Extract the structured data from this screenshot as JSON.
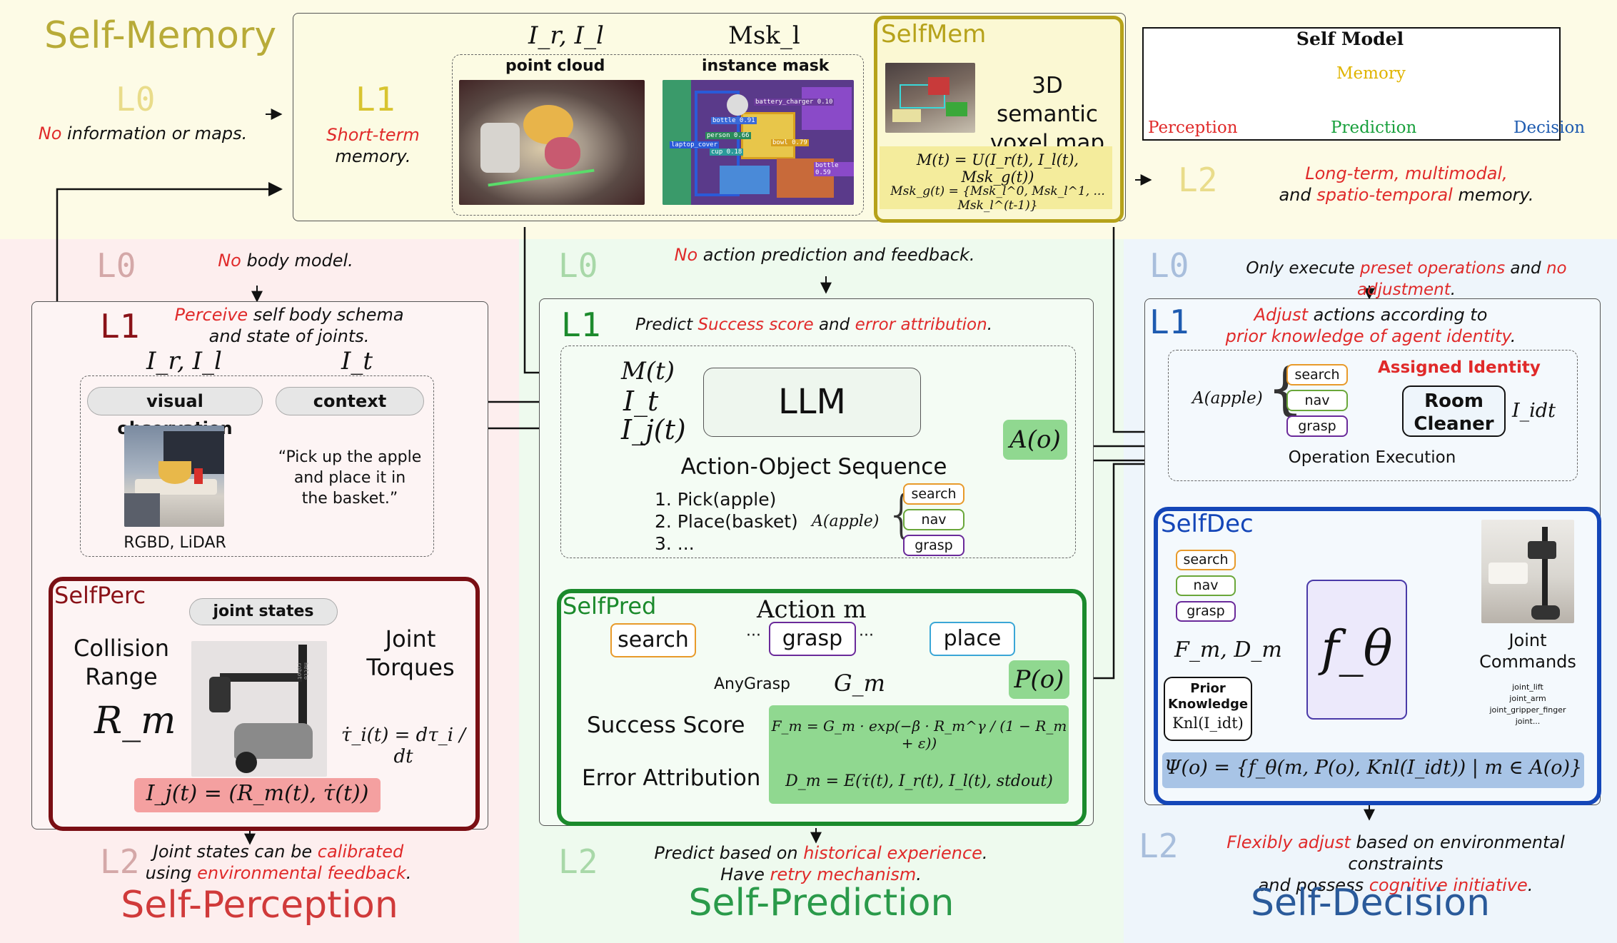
{
  "memory": {
    "title": "Self-Memory",
    "l0_label": "L0",
    "l0_desc_red": "No",
    "l0_desc_rest": " information or maps.",
    "l1_label": "L1",
    "l1_desc_red": "Short-term",
    "l1_desc_rest": "memory.",
    "input_formula": "I_r, I_l",
    "mask_formula": "Msk_l",
    "point_cloud_label": "point cloud",
    "instance_mask_label": "instance mask",
    "mask_labels": [
      "battery_charger 0.10",
      "bottle 0.91",
      "person 0.66",
      "laptop_cover",
      "cup 0.18",
      "bowl 0.79",
      "bottle 0.59"
    ],
    "selfmem_title": "SelfMem",
    "voxel_label_1": "3D semantic",
    "voxel_label_2": "voxel map",
    "eq1": "M(t) = U(I_r(t), I_l(t), Msk_g(t))",
    "eq2": "Msk_g(t) = {Msk_l^0, Msk_l^1, ... Msk_l^(t-1)}",
    "l2_label": "L2",
    "l2_desc": [
      {
        "t": "Long-term, multimodal,",
        "red": true
      },
      {
        "t": "and ",
        "red": false
      },
      {
        "t": "spatio-temporal",
        "red": true
      },
      {
        "t": " memory.",
        "red": false
      }
    ]
  },
  "self_model": {
    "title": "Self Model",
    "memory": "Memory",
    "perception": "Perception",
    "prediction": "Prediction",
    "decision": "Decision",
    "colors": {
      "memory": "#e0b400",
      "perception": "#e02a2a",
      "prediction": "#18a03c",
      "decision": "#1e5bb0"
    }
  },
  "perception": {
    "title": "Self-Perception",
    "l0_label": "L0",
    "l0_desc_red": "No",
    "l0_desc_rest": " body model.",
    "l1_label": "L1",
    "l1_desc_red": "Perceive",
    "l1_desc_rest1": " self body schema",
    "l1_desc_rest2": "and state of joints.",
    "input_formula": "I_r, I_l",
    "context_formula": "I_t",
    "visual_observation": "visual observation",
    "context": "context",
    "quote_1": "“Pick up the apple",
    "quote_2": "and place it in",
    "quote_3": "the basket.”",
    "sensor_caption": "RGBD, LiDAR",
    "selfperc_title": "SelfPerc",
    "joint_states": "joint states",
    "collision_1": "Collision",
    "collision_2": "Range",
    "r_m": "R_m",
    "joint_1": "Joint",
    "joint_2": "Torques",
    "robot_logo": "hello robot",
    "torque_eq": "τ̇_i(t) = dτ_i / dt",
    "ij_eq": "I_j(t) = (R_m(t), τ̇(t))",
    "l2_label": "L2",
    "l2_line1": "Joint states can be ",
    "l2_line1_red": "calibrated",
    "l2_line2": "using ",
    "l2_line2_red": "environmental feedback",
    "l2_line2_end": "."
  },
  "prediction": {
    "title": "Self-Prediction",
    "l0_label": "L0",
    "l0_desc_red": "No",
    "l0_desc_rest": " action prediction and feedback.",
    "l1_label": "L1",
    "l1_desc_1": "Predict ",
    "l1_desc_red1": "Success score",
    "l1_desc_2": " and ",
    "l1_desc_red2": "error attribution",
    "l1_desc_3": ".",
    "in_m": "M(t)",
    "in_it": "I_t",
    "in_ij": "I_j(t)",
    "llm": "LLM",
    "aos_title": "Action-Object Sequence",
    "steps": [
      "1. Pick(apple)",
      "2. Place(basket)",
      "3. ..."
    ],
    "a_apple": "A(apple)",
    "tags": [
      "search",
      "nav",
      "grasp"
    ],
    "a_o": "A(o)",
    "selfpred_title": "SelfPred",
    "action_m": "Action m",
    "chain": [
      "search",
      "grasp",
      "place"
    ],
    "ellipsis": "···",
    "anygrasp": "AnyGrasp",
    "g_m": "G_m",
    "p_o": "P(o)",
    "success_score": "Success Score",
    "error_attr": "Error Attribution",
    "eq_fm": "F_m = G_m · exp(−β · R_m^γ / (1 − R_m + ε))",
    "eq_dm": "D_m = E(τ̇(t), I_r(t), I_l(t), stdout)",
    "l2_label": "L2",
    "l2_line1": "Predict based on ",
    "l2_line1_red": "historical experience",
    "l2_line1_end": ".",
    "l2_line2": "Have ",
    "l2_line2_red": "retry mechanism",
    "l2_line2_end": "."
  },
  "decision": {
    "title": "Self-Decision",
    "l0_label": "L0",
    "l0_desc_1": "Only execute ",
    "l0_desc_red1": "preset operations",
    "l0_desc_2": " and ",
    "l0_desc_red2": "no adjustment",
    "l0_desc_3": ".",
    "l1_label": "L1",
    "l1_desc_red1": "Adjust",
    "l1_desc_1": " actions according to",
    "l1_desc_red2": "prior knowledge of agent identity",
    "l1_desc_2": ".",
    "a_apple": "A(apple)",
    "tags": [
      "search",
      "nav",
      "grasp"
    ],
    "assigned_identity": "Assigned Identity",
    "room_cleaner_1": "Room",
    "room_cleaner_2": "Cleaner",
    "i_idt": "I_idt",
    "op_exec": "Operation Execution",
    "selfdec_title": "SelfDec",
    "fm_dm": "F_m, D_m",
    "prior_1": "Prior",
    "prior_2": "Knowledge",
    "knl": "Knl(I_idt)",
    "f_theta": "f_θ",
    "joint_commands_1": "Joint",
    "joint_commands_2": "Commands",
    "joint_names": [
      "joint_lift",
      "joint_arm",
      "joint_gripper_finger",
      "joint..."
    ],
    "psi_eq": "Ψ(o) = {f_θ(m, P(o), Knl(I_idt)) | m ∈ A(o)}",
    "l2_label": "L2",
    "l2_line1_red": "Flexibly adjust",
    "l2_line1": " based on environmental constraints",
    "l2_line2": "and possess ",
    "l2_line2_red": "cognitive initiative",
    "l2_line2_end": "."
  },
  "colors": {
    "memory_bg": "#fdfbe6",
    "perception_bg": "#fdeeee",
    "prediction_bg": "#eefaee",
    "decision_bg": "#eef5fb",
    "selfmem_border": "#b6a21a",
    "selfperc_border": "#7a0f14",
    "selfpred_border": "#1b8a2c",
    "selfdec_border": "#1446b8",
    "tag_search": "#e89a2a",
    "tag_nav": "#6aa73a",
    "tag_grasp": "#6a2a9a",
    "tag_place": "#3aa6d6"
  }
}
